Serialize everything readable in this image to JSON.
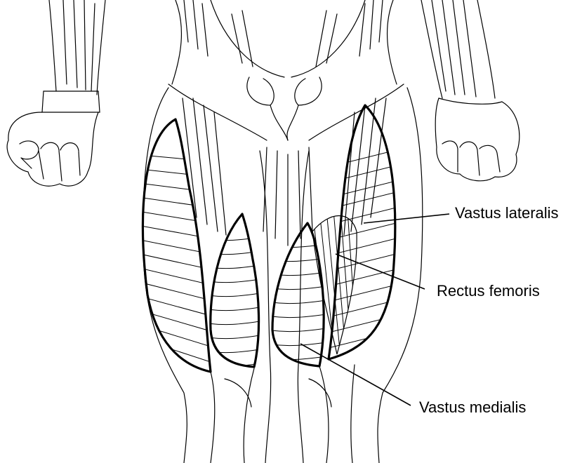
{
  "labels": {
    "vastus_lateralis": "Vastus lateralis",
    "rectus_femoris": "Rectus femoris",
    "vastus_medialis": "Vastus medialis"
  }
}
